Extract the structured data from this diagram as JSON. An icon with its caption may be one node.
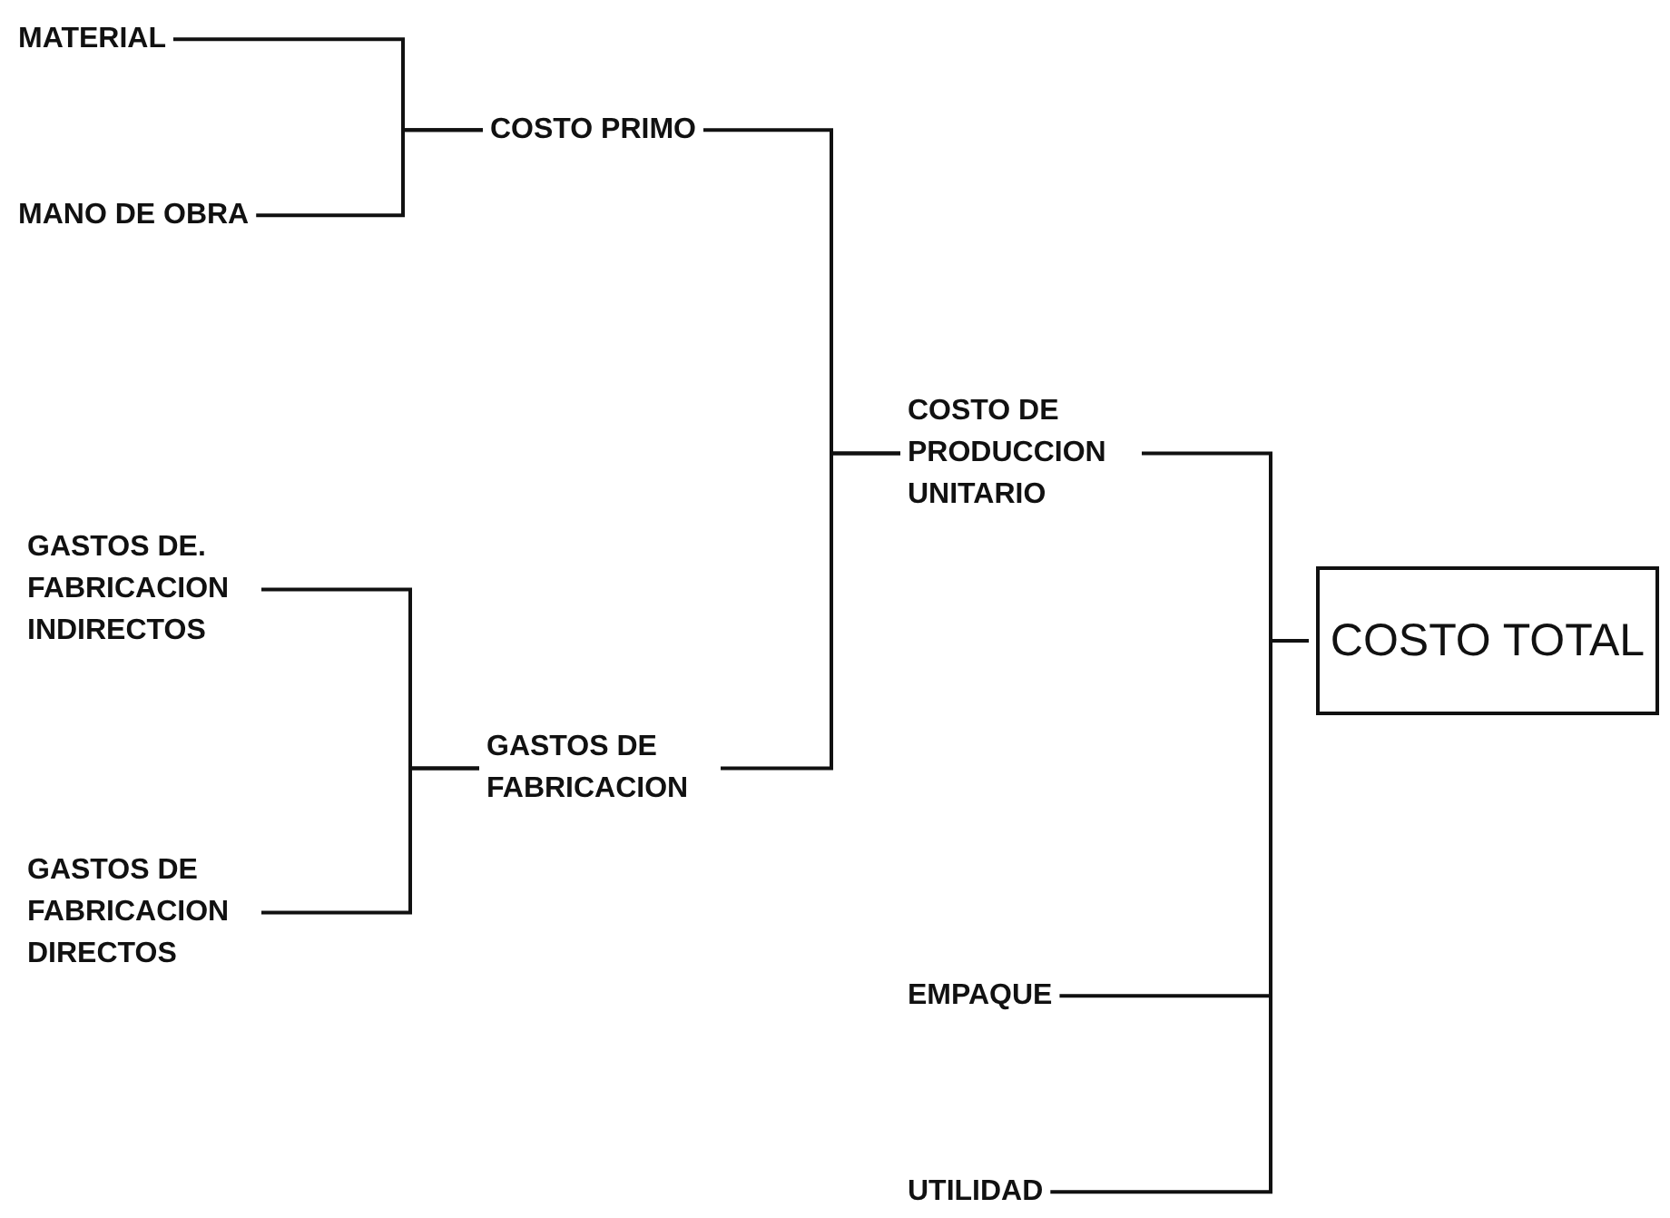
{
  "diagram": {
    "nodes": [
      {
        "text": [
          "MATERIAL"
        ]
      },
      {
        "text": [
          "MANO DE OBRA"
        ]
      },
      {
        "text": [
          "COSTO PRIMO"
        ]
      },
      {
        "text": [
          "GASTOS DE. FABRICACION INDIRECTOS"
        ]
      },
      {
        "text": [
          "GASTOS DE FABRICACION DIRECTOS"
        ]
      },
      {
        "text": [
          "GASTOS DE FABRICACION"
        ]
      },
      {
        "text": [
          "COSTO DE PRODUCCION UNITARIO"
        ]
      },
      {
        "text": [
          "EMPAQUE"
        ]
      },
      {
        "text": [
          "UTILIDAD"
        ]
      },
      {
        "text": [
          "COSTO TOTAL"
        ]
      }
    ],
    "edges": [
      {
        "from": 0,
        "to": 2,
        "arrow": "none"
      },
      {
        "from": 1,
        "to": 2,
        "arrow": "none"
      },
      {
        "from": 3,
        "to": 5,
        "arrow": "none"
      },
      {
        "from": 4,
        "to": 5,
        "arrow": "none"
      },
      {
        "from": 2,
        "to": 6,
        "arrow": "none"
      },
      {
        "from": 5,
        "to": 6,
        "arrow": "none"
      },
      {
        "from": 6,
        "to": 9,
        "arrow": "none"
      },
      {
        "from": 7,
        "to": 9,
        "arrow": "none"
      },
      {
        "from": 8,
        "to": 9,
        "arrow": "none"
      }
    ]
  }
}
